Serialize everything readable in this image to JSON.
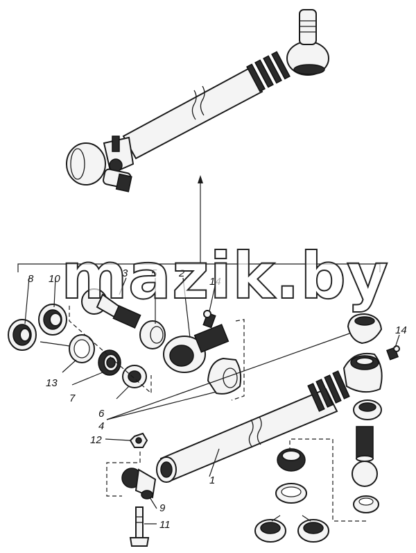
{
  "watermark": "mazik.by",
  "callouts": {
    "c1": "1",
    "c2": "2",
    "c3": "3",
    "c4": "4",
    "c5": "5",
    "c6": "6",
    "c7": "7",
    "c8": "8",
    "c9": "9",
    "c10": "10",
    "c11": "11",
    "c12": "12",
    "c13": "13",
    "c14a": "14",
    "c14b": "14"
  }
}
